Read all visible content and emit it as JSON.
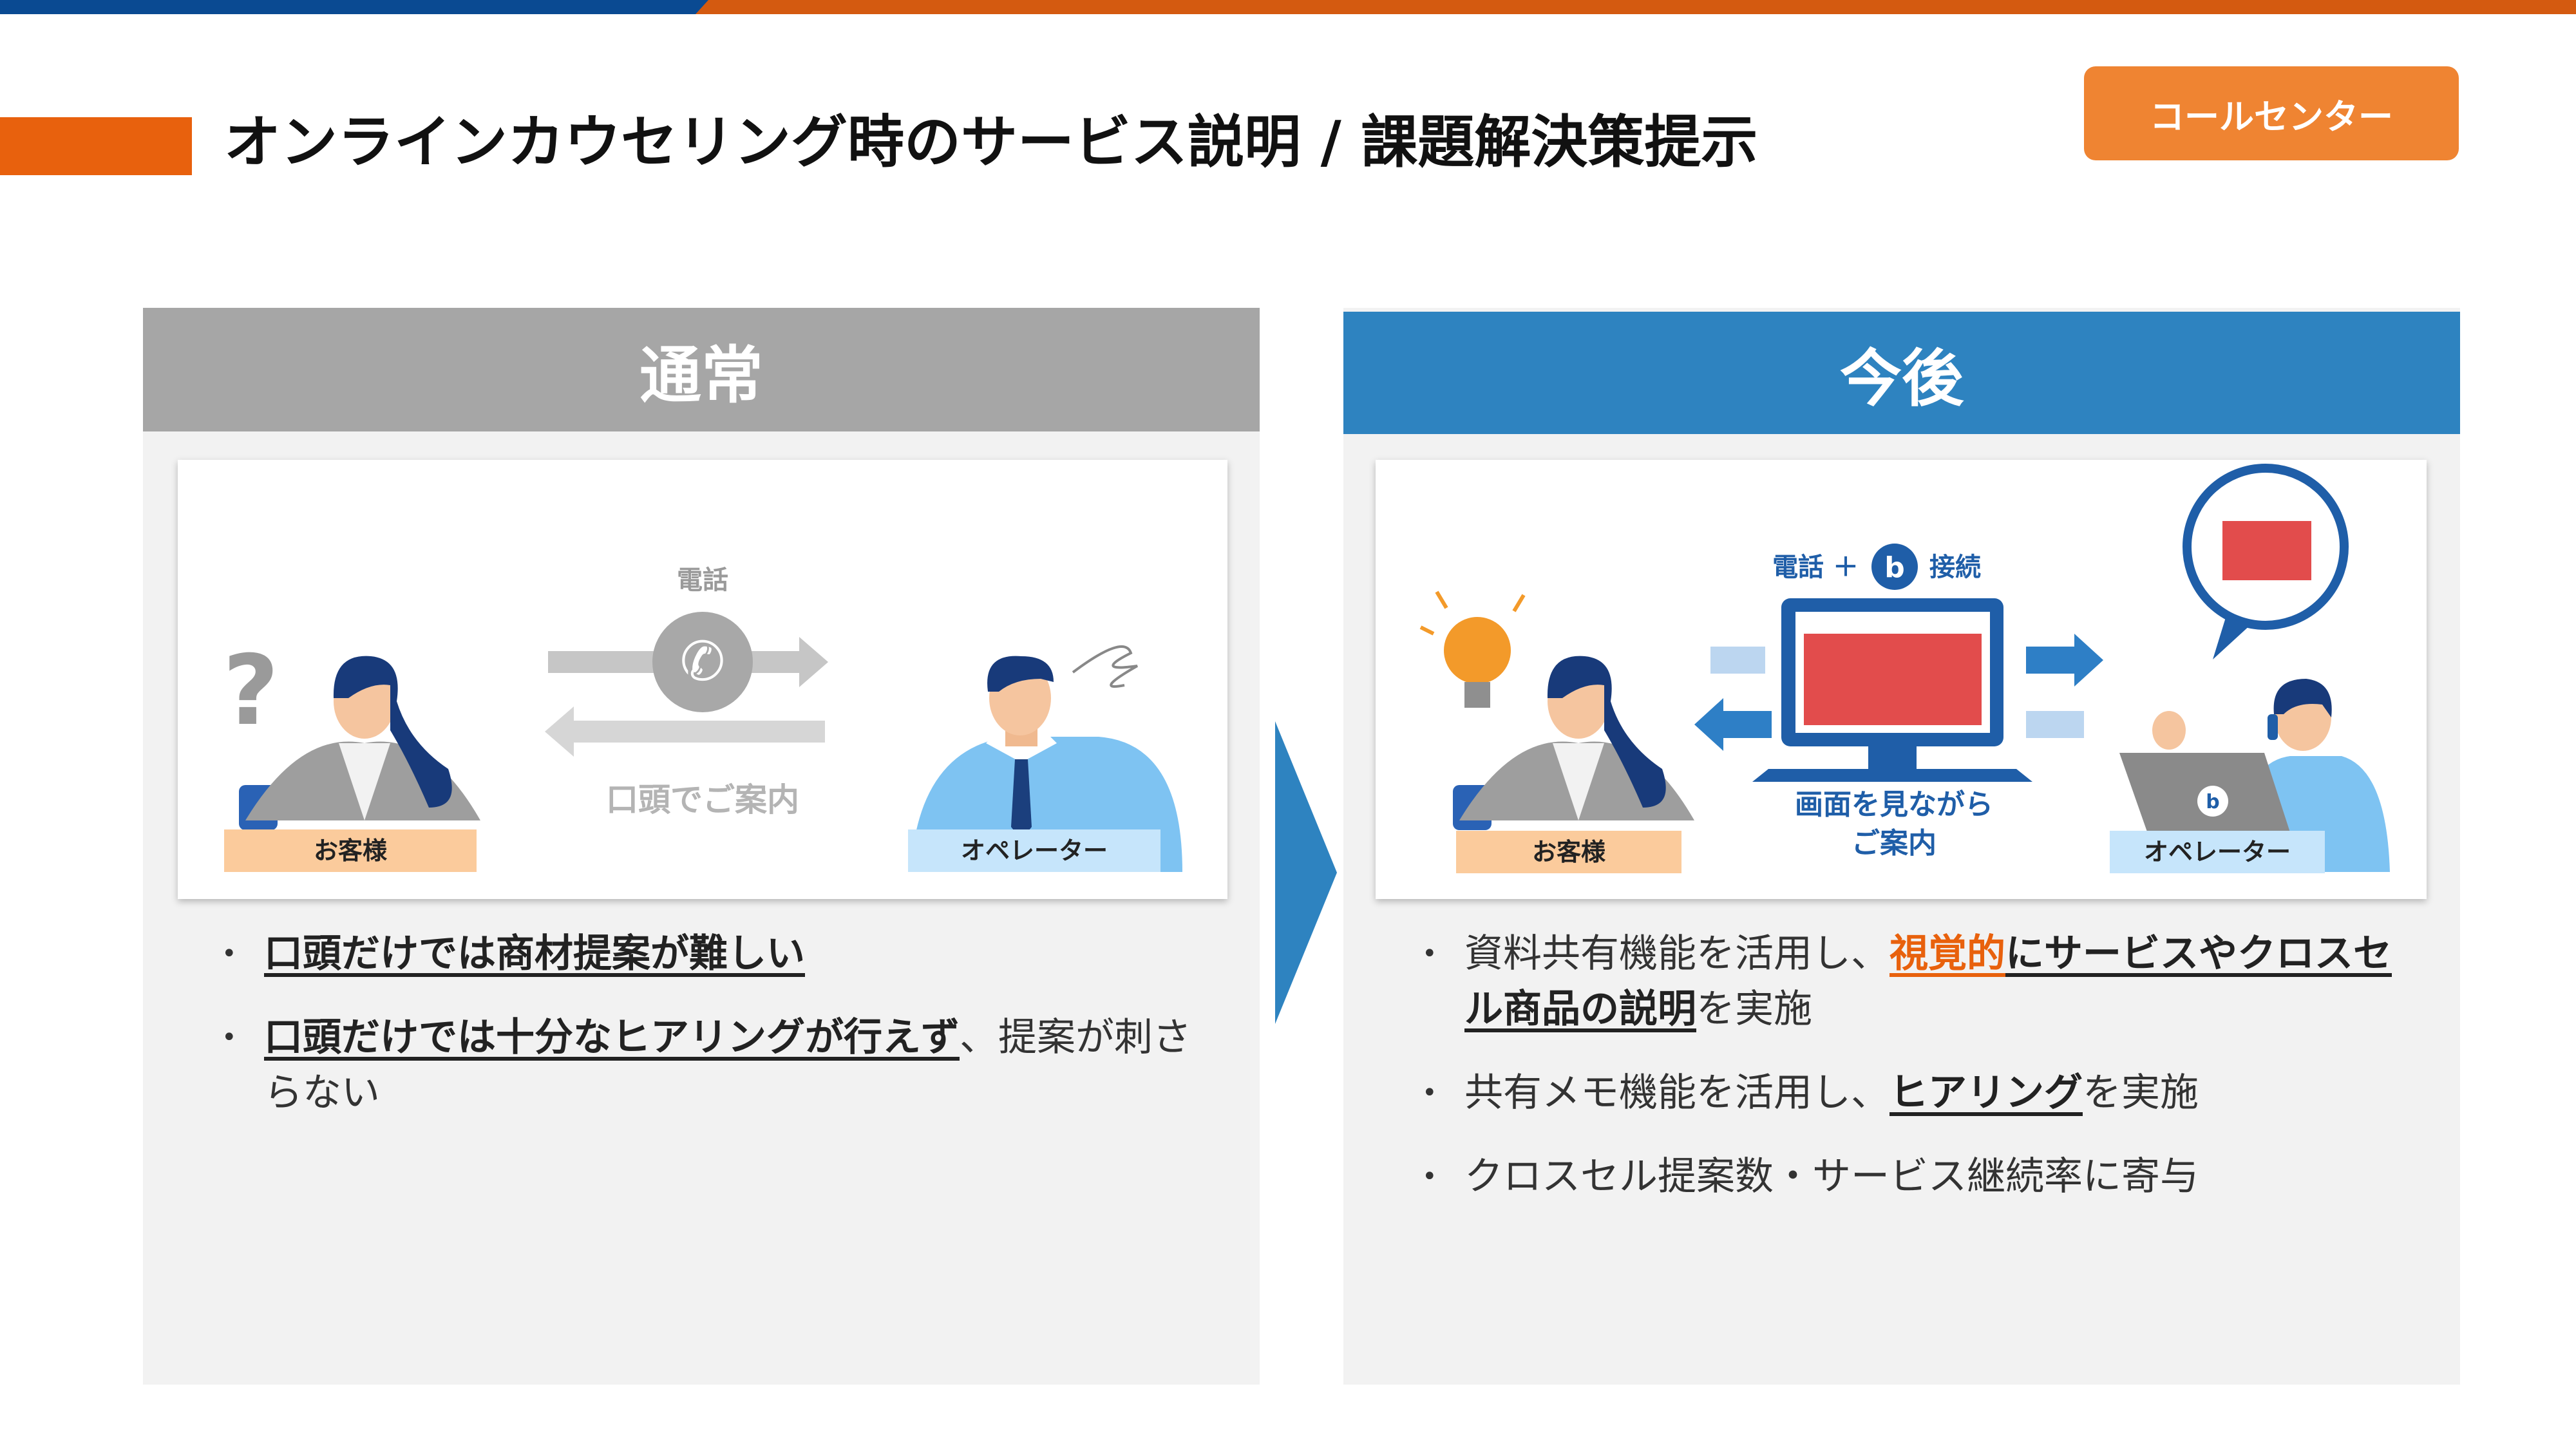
{
  "header": {
    "title": "オンラインカウセリング時のサービス説明 / 課題解決策提示",
    "tag": "コールセンター"
  },
  "colors": {
    "accent_orange": "#e8610d",
    "accent_blue": "#2e83c0",
    "navy": "#0a4a92",
    "gray": "#a6a6a6"
  },
  "left": {
    "heading": "通常",
    "phone_label": "電話",
    "verbal_label": "口頭でご案内",
    "customer_label": "お客様",
    "operator_label": "オペレーター",
    "bullets": [
      {
        "u": "口頭だけでは商材提案が難しい",
        "rest": ""
      },
      {
        "u": "口頭だけでは十分なヒアリングが行えず",
        "rest": "、提案が刺さらない"
      }
    ]
  },
  "right": {
    "heading": "今後",
    "connect_prefix": "電話 ＋",
    "connect_suffix": "接続",
    "screen_label_line1": "画面を見ながら",
    "screen_label_line2": "ご案内",
    "customer_label": "お客様",
    "operator_label": "オペレーター",
    "bullets": [
      {
        "p1": "資料共有機能を活用し、",
        "em": "視覚的",
        "u": "にサービスやクロスセル商品の説明",
        "rest": "を実施"
      },
      {
        "p1": "共有メモ機能を活用し、",
        "u": "ヒアリング",
        "rest": "を実施"
      },
      {
        "p1": "クロスセル提案数・サービス継続率に寄与"
      }
    ]
  }
}
